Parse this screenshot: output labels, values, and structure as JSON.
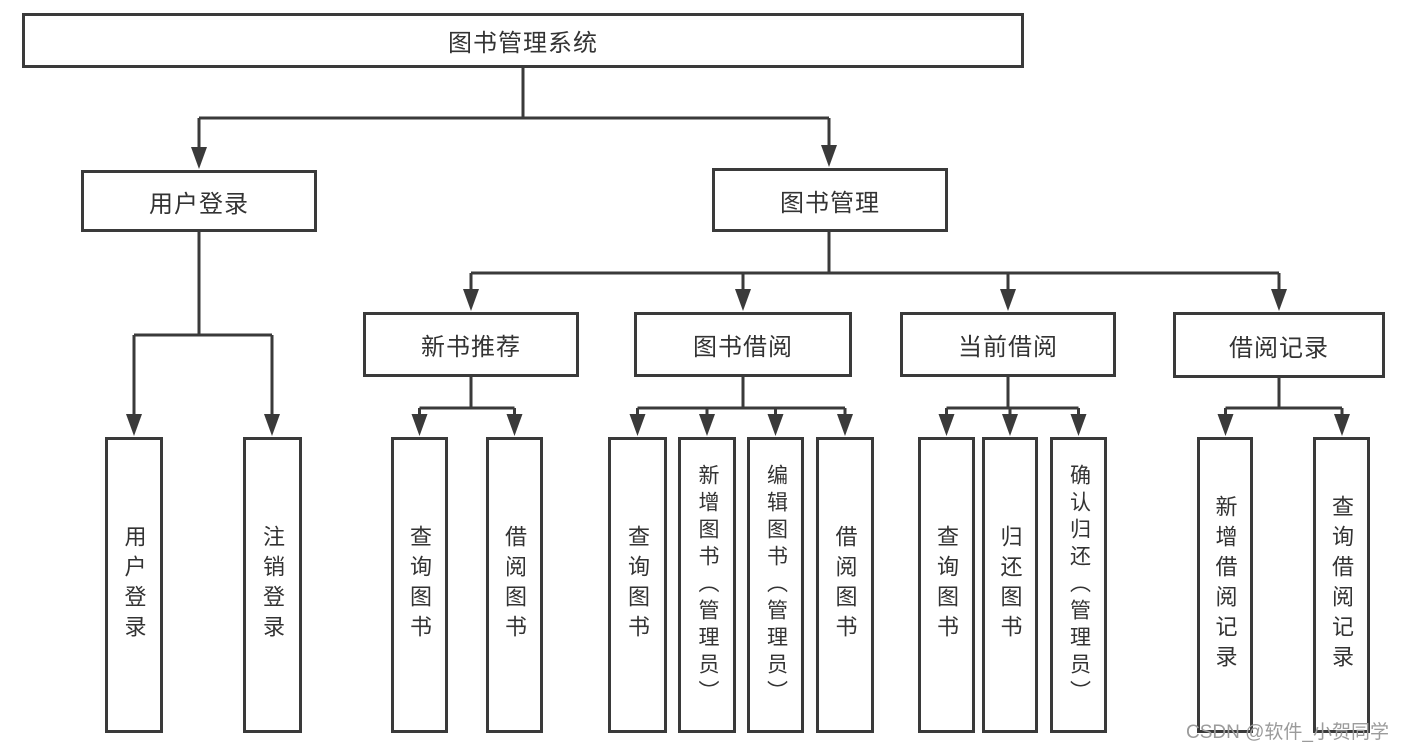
{
  "diagram": {
    "root": {
      "label": "图书管理系统",
      "children": [
        {
          "label": "用户登录",
          "children": [
            {
              "label": "用户登录"
            },
            {
              "label": "注销登录"
            }
          ]
        },
        {
          "label": "图书管理",
          "children": [
            {
              "label": "新书推荐",
              "children": [
                {
                  "label": "查询图书"
                },
                {
                  "label": "借阅图书"
                }
              ]
            },
            {
              "label": "图书借阅",
              "children": [
                {
                  "label": "查询图书"
                },
                {
                  "label": "新增图书（管理员）"
                },
                {
                  "label": "编辑图书（管理员）"
                },
                {
                  "label": "借阅图书"
                }
              ]
            },
            {
              "label": "当前借阅",
              "children": [
                {
                  "label": "查询图书"
                },
                {
                  "label": "归还图书"
                },
                {
                  "label": "确认归还（管理员）"
                }
              ]
            },
            {
              "label": "借阅记录",
              "children": [
                {
                  "label": "新增借阅记录"
                },
                {
                  "label": "查询借阅记录"
                }
              ]
            }
          ]
        }
      ]
    }
  },
  "colors": {
    "line": "#3a3a3a",
    "text": "#333333",
    "background": "#ffffff",
    "watermark": "#9b9b9b"
  },
  "watermark": {
    "text": "CSDN @软件_小贺同学"
  }
}
